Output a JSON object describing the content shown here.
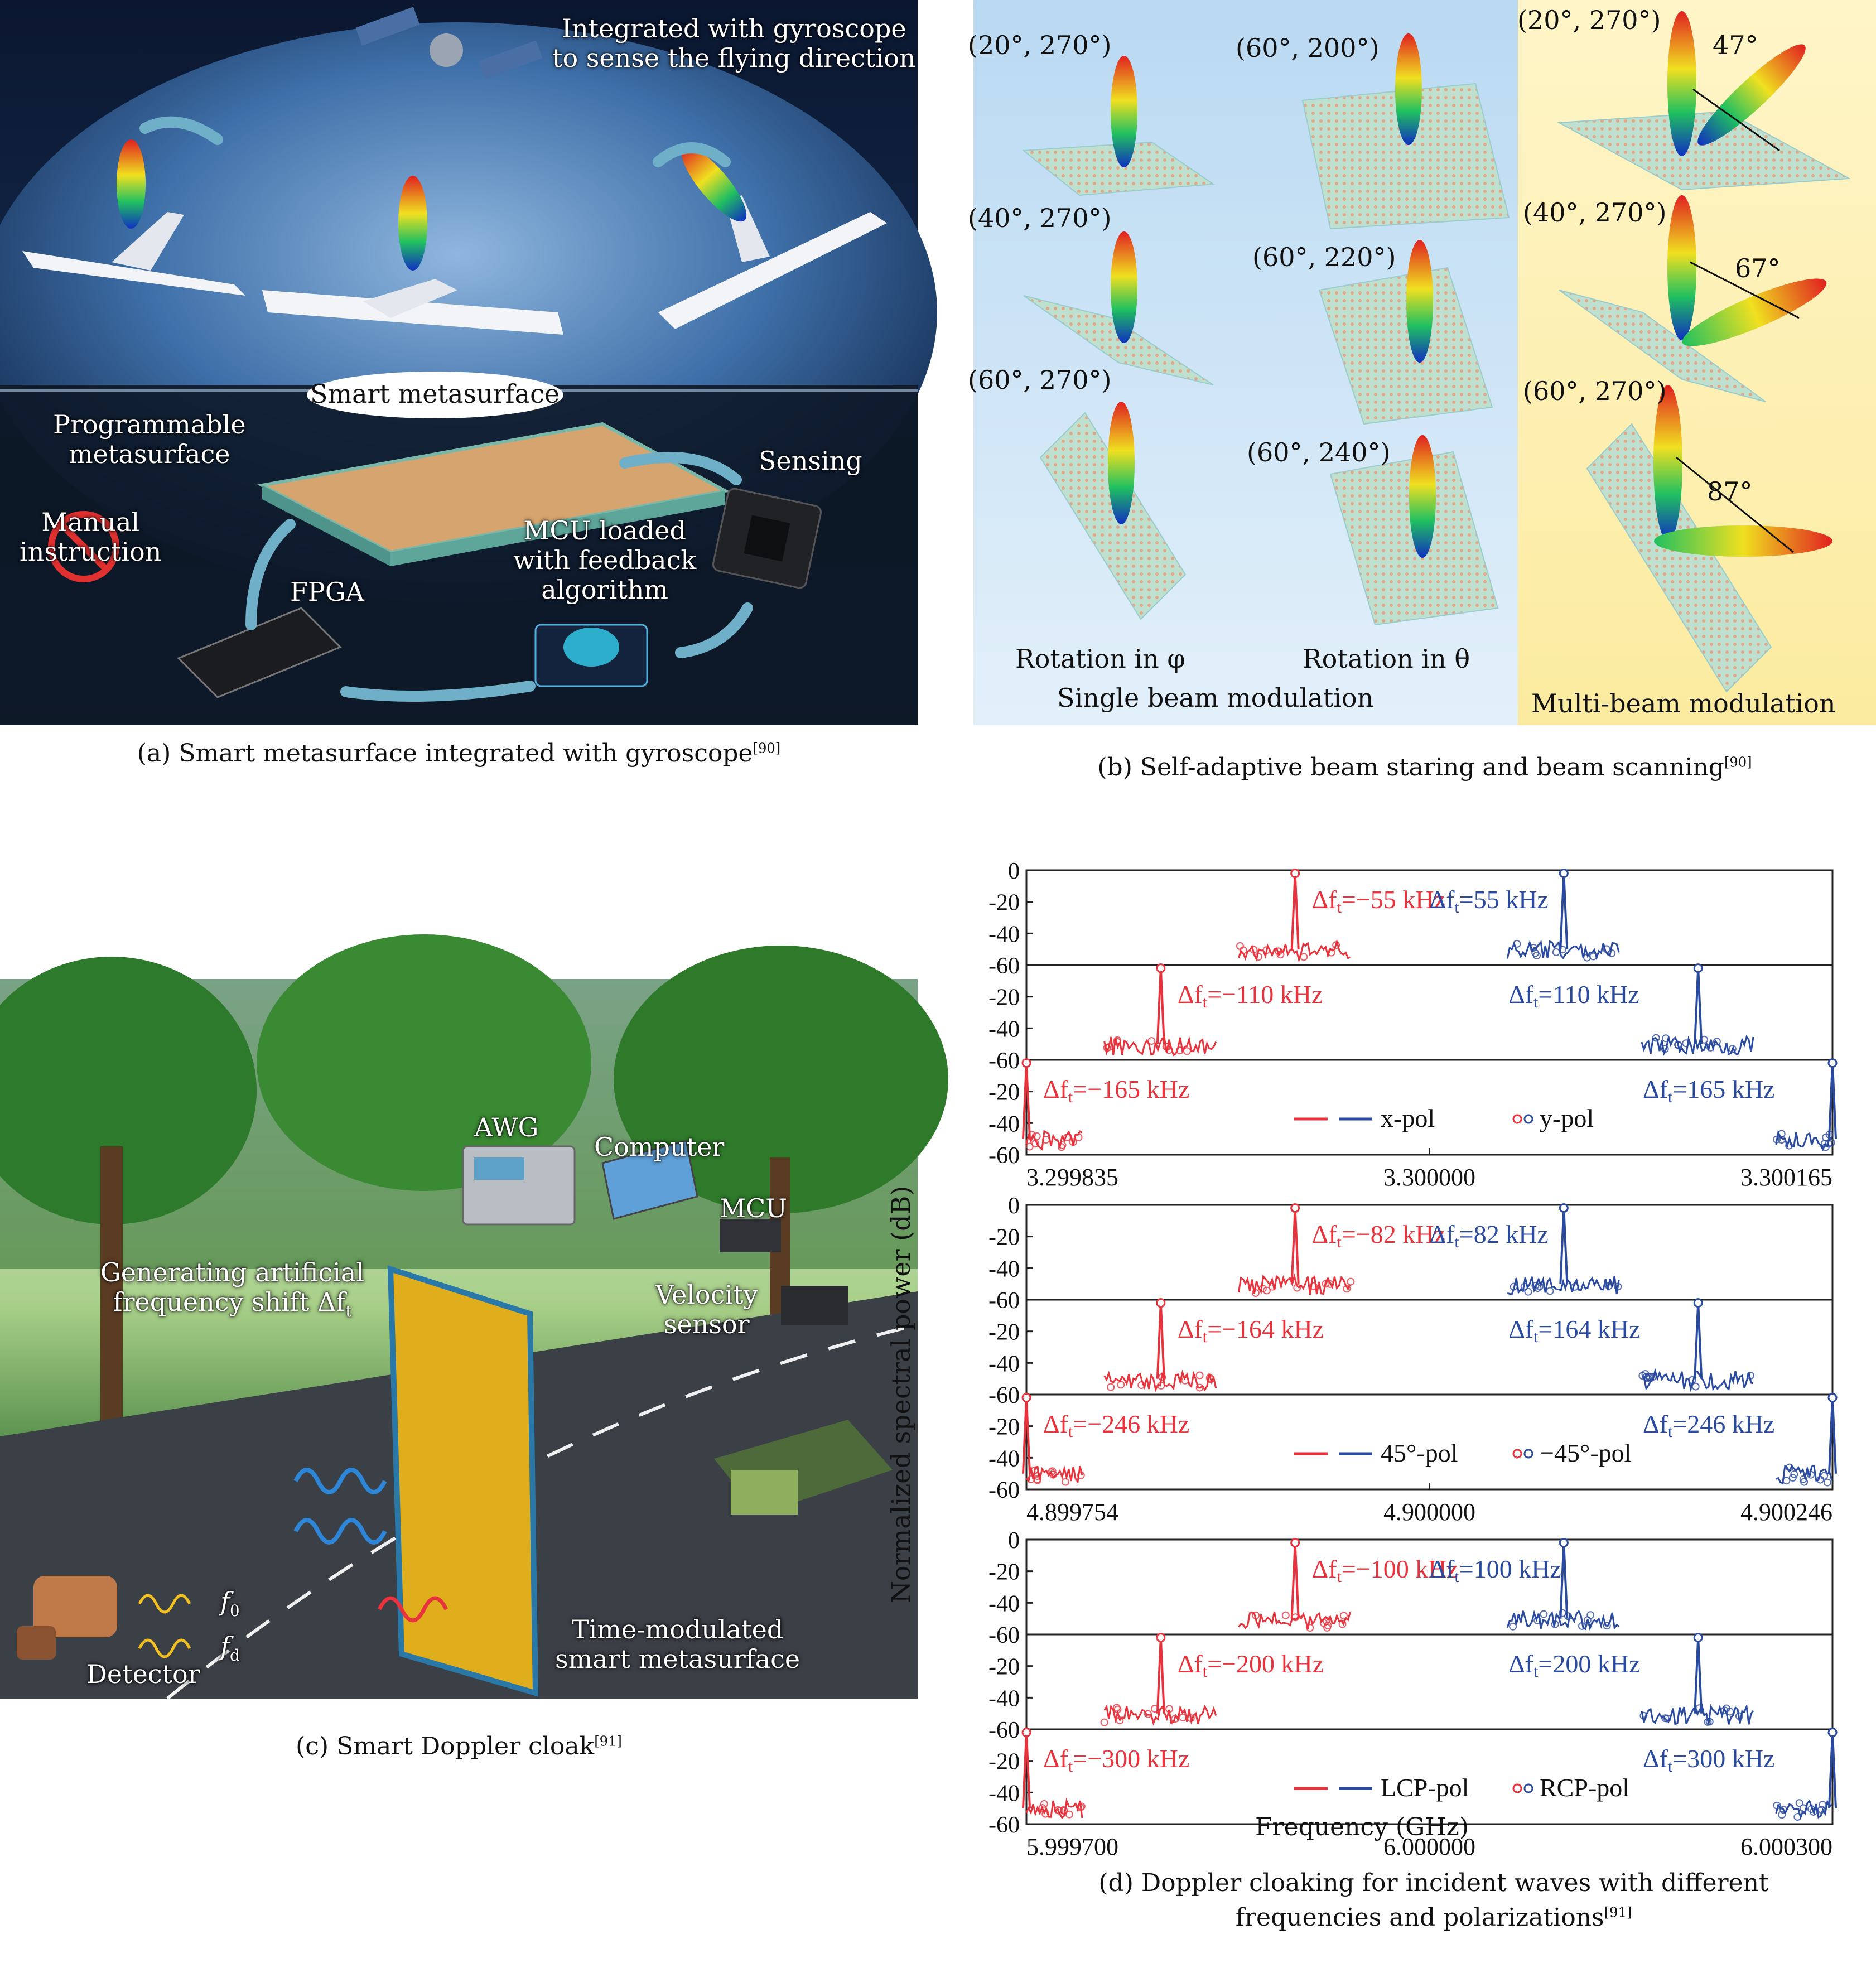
{
  "panel_a": {
    "caption": "(a) Smart metasurface integrated with gyroscope",
    "caption_ref": "[90]",
    "gyro_line1": "Integrated with gyroscope",
    "gyro_line2": "to sense the flying direction",
    "smart_metasurface": "Smart metasurface",
    "programmable_line1": "Programmable",
    "programmable_line2": "metasurface",
    "sensing": "Sensing",
    "manual_line1": "Manual",
    "manual_line2": "instruction",
    "mcu_line1": "MCU loaded",
    "mcu_line2": "with feedback",
    "mcu_line3": "algorithm",
    "fpga": "FPGA"
  },
  "panel_b": {
    "caption": "(b) Self-adaptive beam staring and beam scanning",
    "caption_ref": "[90]",
    "phi_angles": [
      "(20°, 270°)",
      "(40°, 270°)",
      "(60°, 270°)"
    ],
    "theta_angles": [
      "(60°, 200°)",
      "(60°, 220°)",
      "(60°, 240°)"
    ],
    "multi_angles": [
      "(20°, 270°)",
      "(40°, 270°)",
      "(60°, 270°)"
    ],
    "multi_separations": [
      "47°",
      "67°",
      "87°"
    ],
    "rotation_phi": "Rotation in φ",
    "rotation_theta": "Rotation in θ",
    "single_beam": "Single beam modulation",
    "multi_beam": "Multi-beam modulation"
  },
  "panel_c": {
    "caption": "(c) Smart Doppler cloak",
    "caption_ref": "[91]",
    "awg": "AWG",
    "computer": "Computer",
    "mcu": "MCU",
    "gen_line1": "Generating artificial",
    "gen_line2": "frequency shift Δf",
    "gen_sub": "t",
    "velocity_line1": "Velocity",
    "velocity_line2": "sensor",
    "f0": "f",
    "f0_sub": "0",
    "fd": "f",
    "fd_sub": "d",
    "detector": "Detector",
    "tm_line1": "Time-modulated",
    "tm_line2": "smart metasurface"
  },
  "panel_d": {
    "caption_line1": "(d) Doppler cloaking for incident waves with different",
    "caption_line2": "frequencies and polarizations",
    "caption_ref": "[91]",
    "ylabel": "Normalized spectral power (dB)",
    "xlabel": "Frequency (GHz)"
  },
  "chart_data": {
    "type": "line",
    "ylabel": "Normalized spectral power (dB)",
    "xlabel": "Frequency (GHz)",
    "yticks": [
      "0",
      "-20",
      "-40",
      "-60"
    ],
    "ylim": [
      -60,
      0
    ],
    "red_color": "#e8323c",
    "blue_color": "#2a4aa0",
    "groups": [
      {
        "xticks": [
          "3.299835",
          "3.300000",
          "3.300165"
        ],
        "xlim": [
          3.299835,
          3.300165
        ],
        "legend": [
          "x-pol",
          "y-pol"
        ],
        "rows": [
          {
            "red_label": "Δf",
            "red_value": "=−55 kHz",
            "blue_label": "Δf",
            "blue_value": "=55 kHz",
            "red_peak": 3.299945,
            "blue_peak": 3.300055
          },
          {
            "red_label": "Δf",
            "red_value": "=−110 kHz",
            "blue_label": "Δf",
            "blue_value": "=110 kHz",
            "red_peak": 3.29989,
            "blue_peak": 3.30011
          },
          {
            "red_label": "Δf",
            "red_value": "=−165 kHz",
            "blue_label": "Δf",
            "blue_value": "=165 kHz",
            "red_peak": 3.299835,
            "blue_peak": 3.300165
          }
        ]
      },
      {
        "xticks": [
          "4.899754",
          "4.900000",
          "4.900246"
        ],
        "xlim": [
          4.899754,
          4.900246
        ],
        "legend": [
          "45°-pol",
          "−45°-pol"
        ],
        "rows": [
          {
            "red_label": "Δf",
            "red_value": "=−82 kHz",
            "blue_label": "Δf",
            "blue_value": "=82 kHz",
            "red_peak": 4.899918,
            "blue_peak": 4.900082
          },
          {
            "red_label": "Δf",
            "red_value": "=−164 kHz",
            "blue_label": "Δf",
            "blue_value": "=164 kHz",
            "red_peak": 4.899836,
            "blue_peak": 4.900164
          },
          {
            "red_label": "Δf",
            "red_value": "=−246 kHz",
            "blue_label": "Δf",
            "blue_value": "=246 kHz",
            "red_peak": 4.899754,
            "blue_peak": 4.900246
          }
        ]
      },
      {
        "xticks": [
          "5.999700",
          "6.000000",
          "6.000300"
        ],
        "xlim": [
          5.9997,
          6.0003
        ],
        "legend": [
          "LCP-pol",
          "RCP-pol"
        ],
        "rows": [
          {
            "red_label": "Δf",
            "red_value": "=−100 kHz",
            "blue_label": "Δf",
            "blue_value": "=100 kHz",
            "red_peak": 5.9999,
            "blue_peak": 6.0001
          },
          {
            "red_label": "Δf",
            "red_value": "=−200 kHz",
            "blue_label": "Δf",
            "blue_value": "=200 kHz",
            "red_peak": 5.9998,
            "blue_peak": 6.0002
          },
          {
            "red_label": "Δf",
            "red_value": "=−300 kHz",
            "blue_label": "Δf",
            "blue_value": "=300 kHz",
            "red_peak": 5.9997,
            "blue_peak": 6.0003
          }
        ]
      }
    ]
  }
}
